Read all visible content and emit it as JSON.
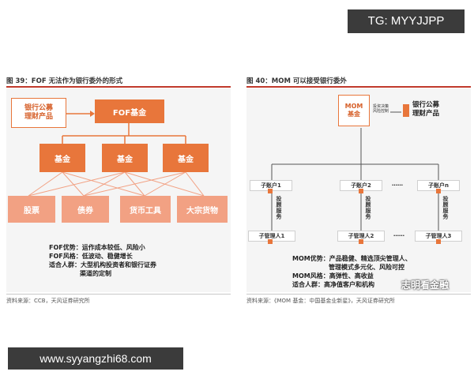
{
  "overlays": {
    "tg_badge": "TG: MYYJJPP",
    "url_badge": "www.syyangzhi68.com",
    "watermark": "志明看金融"
  },
  "fig39": {
    "title": "图 39：FOF 无法作为银行委外的形式",
    "bank_box": "银行公募\n理财产品",
    "top_box": "FOF基金",
    "funds": [
      "基金",
      "基金",
      "基金"
    ],
    "assets": [
      "股票",
      "债券",
      "货币工具",
      "大宗货物"
    ],
    "notes": [
      {
        "label": "FOF优势：",
        "text": "运作成本较低、风险小"
      },
      {
        "label": "FOF风格：",
        "text": "低波动、稳健增长"
      },
      {
        "label": "适合人群：",
        "text": "大型机构投资者和银行证券"
      },
      {
        "label": "",
        "text": "渠道的定制"
      }
    ],
    "source": "资料来源：CCB，天风证券研究所"
  },
  "fig40": {
    "title": "图 40：MOM 可以接受银行委外",
    "top_box": "MOM\n基金",
    "inner_label": "投资决策\n风险控制",
    "bank_box": "银行公募\n理财产品",
    "accounts": [
      "子账户1",
      "子账户2",
      "子账户n"
    ],
    "managers": [
      "子管理人1",
      "子管理人2",
      "子管理人3"
    ],
    "service_label": "投顾服务",
    "ellipsis": "……",
    "notes": [
      {
        "label": "MOM优势：",
        "text": "产品稳健、精选顶尖管理人、"
      },
      {
        "label": "",
        "text": "管理模式多元化、风险可控"
      },
      {
        "label": "MOM风格：",
        "text": "高弹性、高收益"
      },
      {
        "label": "适合人群：",
        "text": "高净值客户和机构"
      }
    ],
    "source": "资料来源：《MOM 基金：中国基金业新星》，天风证券研究所"
  },
  "colors": {
    "accent": "#e8763b",
    "accent_light": "#f2a183",
    "rule": "#c0392b",
    "panel": "#f5f5f5",
    "badge": "#3b3b3b"
  }
}
